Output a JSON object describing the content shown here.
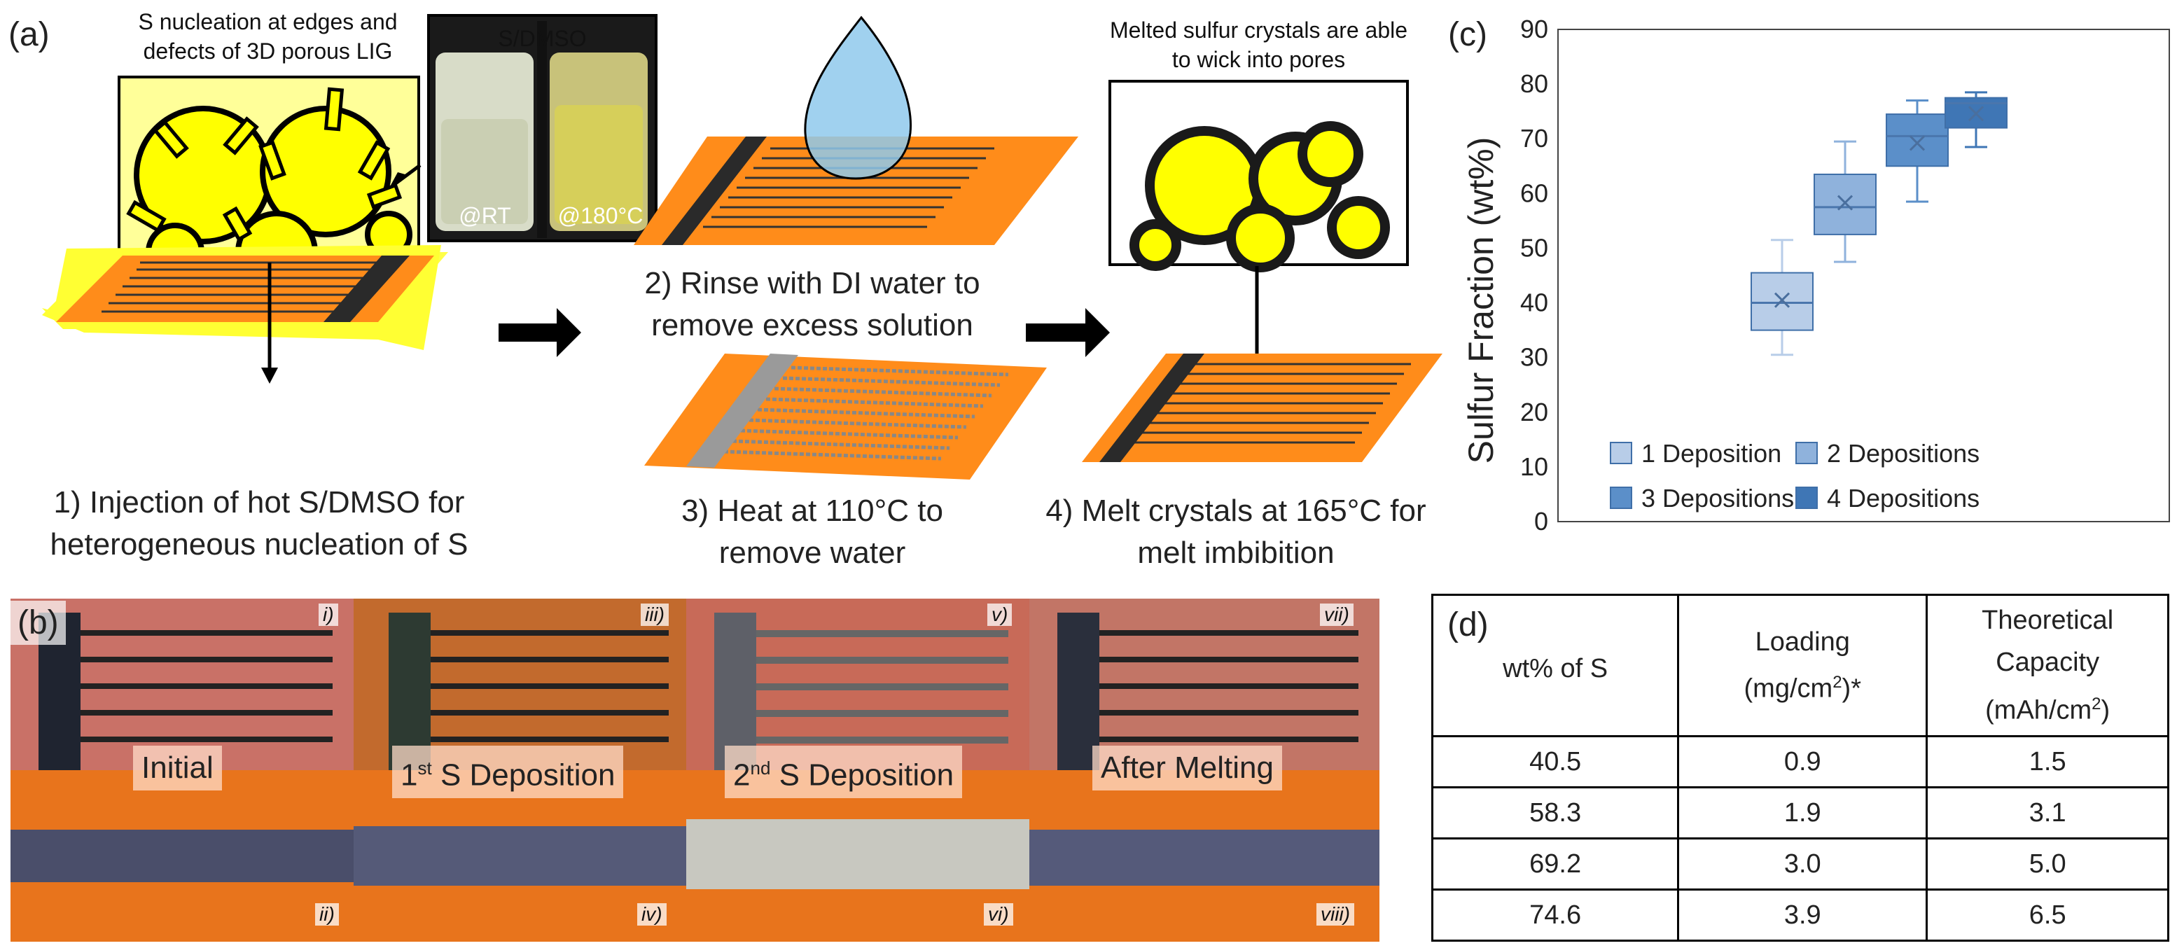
{
  "panel_a": {
    "label": "(a)",
    "nucleation_note": "S nucleation at edges and defects of 3D porous LIG",
    "vial_title": "S/DMSO",
    "vial_left_label": "@RT",
    "vial_right_label": "@180°C",
    "melt_note": "Melted sulfur crystals are able to wick into pores",
    "step1": "1) Injection of hot S/DMSO for heterogeneous nucleation of S",
    "step2": "2) Rinse with DI water to remove excess solution",
    "step3": "3) Heat at 110°C to remove water",
    "step4": "4) Melt crystals at 165°C for melt imbibition"
  },
  "panel_b": {
    "label": "(b)",
    "photos": [
      {
        "title": "Initial",
        "sup": "",
        "rest": "",
        "top_numeral": "i)",
        "bottom_numeral": "ii)"
      },
      {
        "title": "1",
        "sup": "st",
        "rest": " S Deposition",
        "top_numeral": "iii)",
        "bottom_numeral": "iv)"
      },
      {
        "title": "2",
        "sup": "nd",
        "rest": " S Deposition",
        "top_numeral": "v)",
        "bottom_numeral": "vi)"
      },
      {
        "title": "After Melting",
        "sup": "",
        "rest": "",
        "top_numeral": "vii)",
        "bottom_numeral": "viii)"
      }
    ]
  },
  "panel_c": {
    "label": "(c)"
  },
  "chart_data": {
    "type": "box",
    "title": "",
    "xlabel": "",
    "ylabel": "Sulfur Fraction (wt%)",
    "ylim": [
      0,
      90
    ],
    "yticks": [
      0,
      10,
      20,
      30,
      40,
      50,
      60,
      70,
      80,
      90
    ],
    "grid": false,
    "legend_position": "bottom",
    "series": [
      {
        "name": "1 Deposition",
        "color": "#b8cde8",
        "min": 30.5,
        "q1": 35,
        "median": 40,
        "mean": 40.5,
        "q3": 45.5,
        "max": 51.5
      },
      {
        "name": "2 Depositions",
        "color": "#8fb2dc",
        "min": 47.5,
        "q1": 52.5,
        "median": 57.5,
        "mean": 58.3,
        "q3": 63.5,
        "max": 69.5
      },
      {
        "name": "3 Depositions",
        "color": "#5b8fc9",
        "min": 58.5,
        "q1": 65,
        "median": 70.5,
        "mean": 69.2,
        "q3": 74.5,
        "max": 77
      },
      {
        "name": "4 Depositions",
        "color": "#3f76b5",
        "min": 68.5,
        "q1": 72,
        "median": 76.5,
        "mean": 74.6,
        "q3": 77.5,
        "max": 78.5
      }
    ]
  },
  "panel_d": {
    "label": "(d)",
    "headers": [
      {
        "main": "wt% of S"
      },
      {
        "main": "Loading",
        "unit_pre": "(mg/cm",
        "unit_sup": "2",
        "unit_post": ")*"
      },
      {
        "main": "Theoretical Capacity",
        "unit_pre": "(mAh/cm",
        "unit_sup": "2",
        "unit_post": ")"
      }
    ],
    "rows": [
      [
        "40.5",
        "0.9",
        "1.5"
      ],
      [
        "58.3",
        "1.9",
        "3.1"
      ],
      [
        "69.2",
        "3.0",
        "5.0"
      ],
      [
        "74.6",
        "3.9",
        "6.5"
      ]
    ]
  }
}
